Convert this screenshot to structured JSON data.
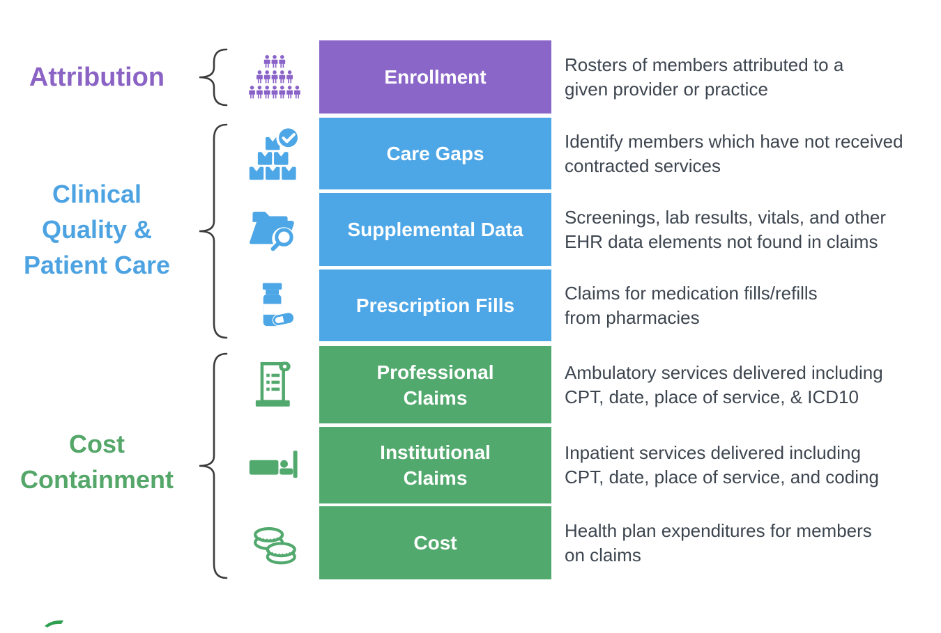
{
  "diagram": {
    "brace_color": "#3c3c3c",
    "description_text_color": "#3d454f",
    "background_color": "#ffffff",
    "groups": [
      {
        "label": "Attribution",
        "label_color": "#8a63c5",
        "rows": [
          {
            "title": "Enrollment",
            "icon": "enrollment-people-icon",
            "box_color": "#8a66c9",
            "description": "Rosters of members attributed to a\ngiven provider or practice"
          }
        ]
      },
      {
        "label": "Clinical\nQuality &\nPatient Care",
        "label_color": "#4da3e2",
        "rows": [
          {
            "title": "Care Gaps",
            "icon": "care-gaps-cubes-icon",
            "box_color": "#4da6e6",
            "description": "Identify members which have not received\ncontracted services"
          },
          {
            "title": "Supplemental Data",
            "icon": "folder-search-icon",
            "box_color": "#4da6e6",
            "description": "Screenings, lab results, vitals, and other\nEHR data elements not found in claims"
          },
          {
            "title": "Prescription Fills",
            "icon": "pill-bottle-icon",
            "box_color": "#4da6e6",
            "description": "Claims for medication fills/refills\nfrom pharmacies"
          }
        ]
      },
      {
        "label": "Cost\nContainment",
        "label_color": "#54a669",
        "rows": [
          {
            "title": "Professional\nClaims",
            "icon": "receipt-scroll-icon",
            "box_color": "#52a96d",
            "description": "Ambulatory services delivered including\nCPT, date, place of service, & ICD10"
          },
          {
            "title": "Institutional\nClaims",
            "icon": "hospital-bed-icon",
            "box_color": "#52a96d",
            "description": "Inpatient services delivered including\nCPT, date, place of service, and coding"
          },
          {
            "title": "Cost",
            "icon": "coins-icon",
            "box_color": "#52a96d",
            "description": "Health plan expenditures for members\non claims"
          }
        ]
      }
    ]
  }
}
